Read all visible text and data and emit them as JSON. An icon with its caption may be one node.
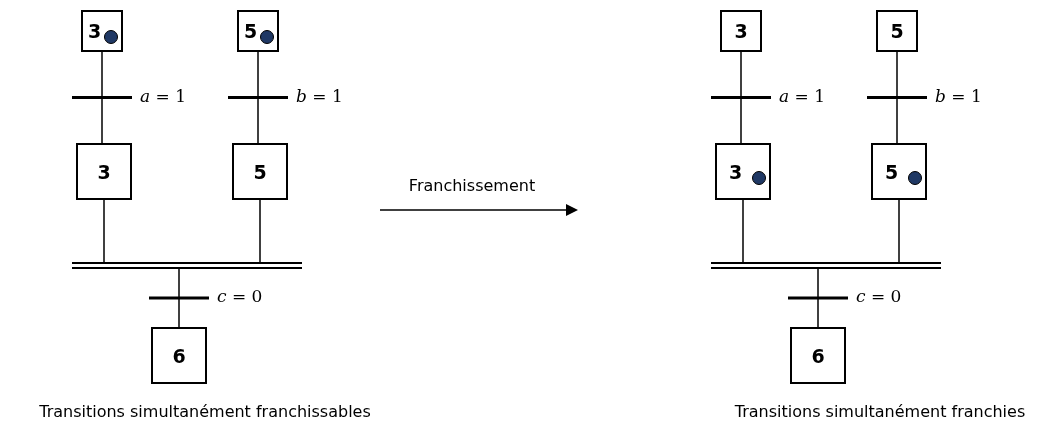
{
  "diagram": {
    "nodes": [
      {
        "text": [
          "3"
        ]
      },
      {
        "text": [
          "5"
        ]
      },
      {
        "text": [
          "3"
        ]
      },
      {
        "text": [
          "5"
        ]
      },
      {
        "text": [],
        "shape": "bar"
      },
      {
        "text": [
          "6"
        ]
      },
      {
        "text": [
          "3"
        ]
      },
      {
        "text": [
          "5"
        ]
      },
      {
        "text": [
          "3"
        ]
      },
      {
        "text": [
          "5"
        ]
      },
      {
        "text": [],
        "shape": "bar"
      },
      {
        "text": [
          "6"
        ]
      },
      {
        "text": [],
        "shape": "circle",
        "in": 0
      },
      {
        "text": [],
        "shape": "circle",
        "in": 1
      },
      {
        "text": [],
        "shape": "circle",
        "in": 8
      },
      {
        "text": [],
        "shape": "circle",
        "in": 9
      }
    ],
    "edges": [
      {
        "from": 0,
        "to": 2,
        "arrow": "none",
        "label": "*a* = 1"
      },
      {
        "from": 1,
        "to": 3,
        "arrow": "none",
        "label": "*b* = 1"
      },
      {
        "from": 2,
        "to": 4,
        "arrow": "none"
      },
      {
        "from": 3,
        "to": 4,
        "arrow": "none"
      },
      {
        "from": 4,
        "to": 5,
        "arrow": "none",
        "label": "*c* = 0"
      },
      {
        "from": 6,
        "to": 8,
        "arrow": "none",
        "label": "*a* = 1"
      },
      {
        "from": 7,
        "to": 9,
        "arrow": "none",
        "label": "*b* = 1"
      },
      {
        "from": 8,
        "to": 10,
        "arrow": "none"
      },
      {
        "from": 9,
        "to": 10,
        "arrow": "none"
      },
      {
        "from": 10,
        "to": 11,
        "arrow": "none",
        "label": "*c* = 0"
      }
    ],
    "labels": [
      "Franchissement",
      "Transitions simultanément franchissables",
      "Transitions simultanément franchies"
    ]
  }
}
